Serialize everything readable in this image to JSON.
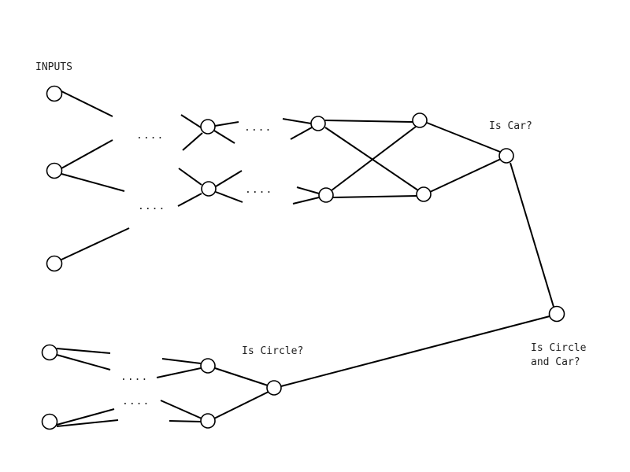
{
  "labels": {
    "inputs": "INPUTS",
    "is_car": "Is Car?",
    "is_circle": "Is Circle?",
    "is_circle_and_car_line1": "Is Circle",
    "is_circle_and_car_line2": "and Car?"
  },
  "ellipsis": "....",
  "colors": {
    "stroke": "#000000",
    "background": "#ffffff",
    "text": "#222222"
  }
}
